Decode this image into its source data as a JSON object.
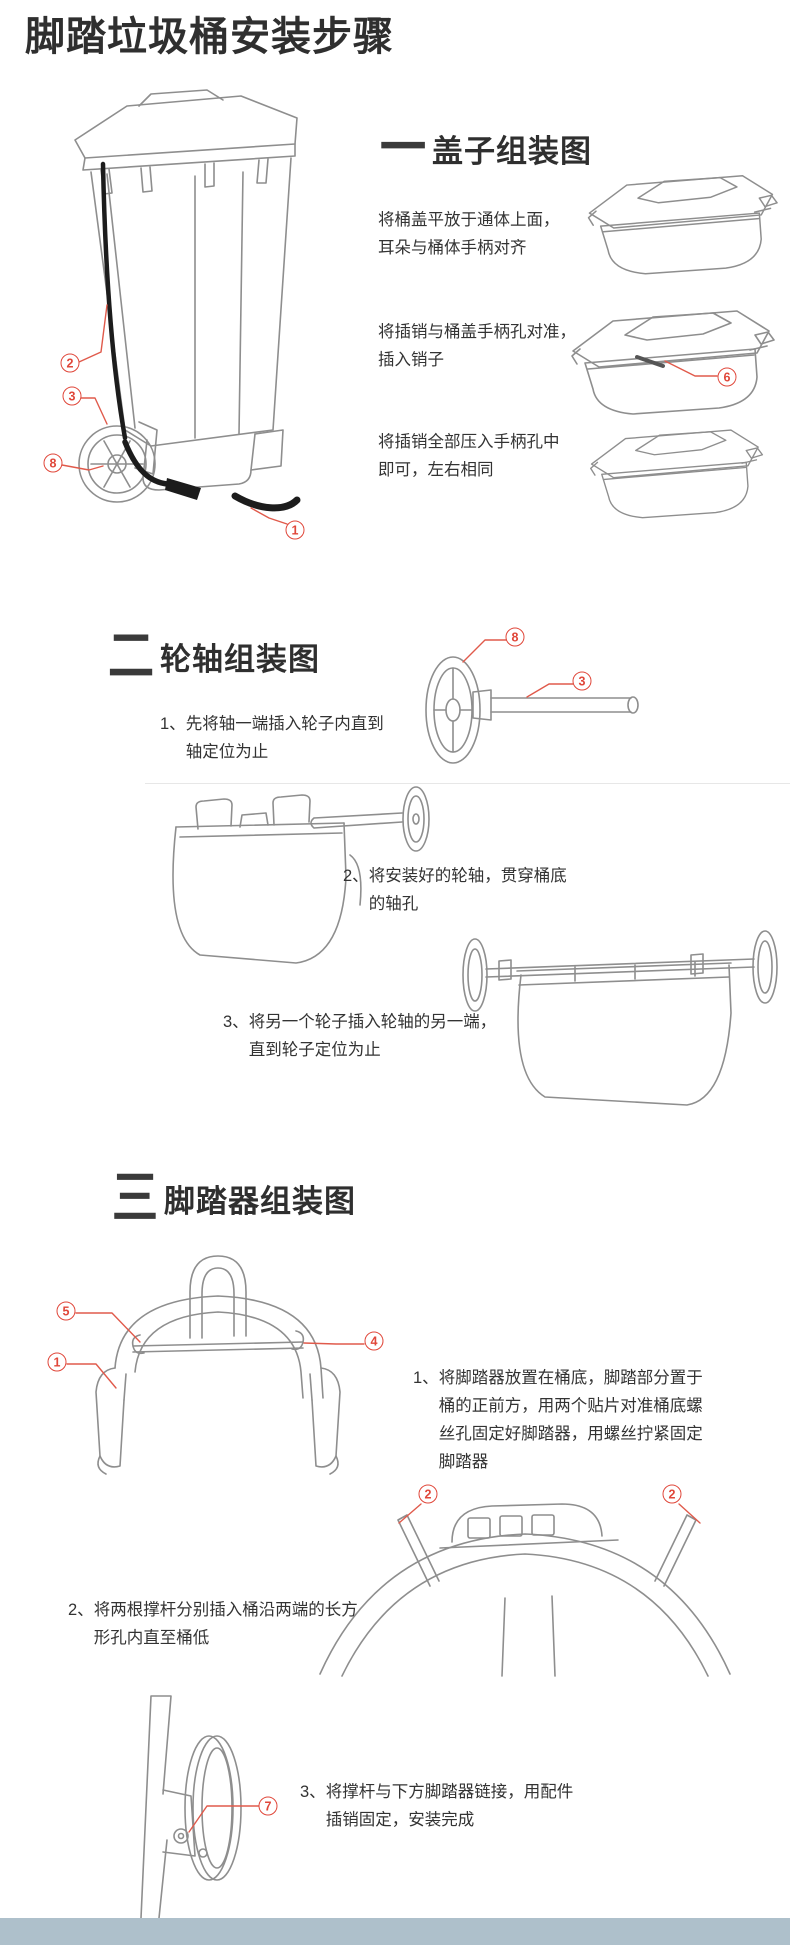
{
  "title": "脚踏垃圾桶安装步骤",
  "colors": {
    "accent_red": "#e0473a",
    "line_gray": "#8e8e8e",
    "footer_bar": "#aec0cb"
  },
  "s1": {
    "numeral": "一",
    "heading": "盖子组装图",
    "steps": [
      {
        "text": "将桶盖平放于通体上面，\n耳朵与桶体手柄对齐"
      },
      {
        "text": "将插销与桶盖手柄孔对准，\n插入销子"
      },
      {
        "text": "将插销全部压入手柄孔中\n即可，左右相同"
      }
    ],
    "callouts": {
      "c2": "2",
      "c3": "3",
      "c8": "8",
      "c1": "1",
      "c6": "6"
    }
  },
  "s2": {
    "numeral": "二",
    "heading": "轮轴组装图",
    "steps": [
      {
        "num": "1、",
        "text": "先将轴一端插入轮子内直到\n轴定位为止"
      },
      {
        "num": "2、",
        "text": "将安装好的轮轴，贯穿桶底\n的轴孔"
      },
      {
        "num": "3、",
        "text": "将另一个轮子插入轮轴的另一端，\n直到轮子定位为止"
      }
    ],
    "callouts": {
      "c8": "8",
      "c3": "3"
    }
  },
  "s3": {
    "numeral": "三",
    "heading": "脚踏器组装图",
    "steps": [
      {
        "num": "1、",
        "text": "将脚踏器放置在桶底，脚踏部分置于\n桶的正前方，用两个贴片对准桶底螺\n丝孔固定好脚踏器，用螺丝拧紧固定\n脚踏器"
      },
      {
        "num": "2、",
        "text": "将两根撑杆分别插入桶沿两端的长方\n形孔内直至桶低"
      },
      {
        "num": "3、",
        "text": "将撑杆与下方脚踏器链接，用配件\n插销固定，安装完成"
      }
    ],
    "callouts": {
      "c5": "5",
      "c4": "4",
      "c1": "1",
      "c2_left": "2",
      "c2_right": "2",
      "c7": "7"
    }
  }
}
